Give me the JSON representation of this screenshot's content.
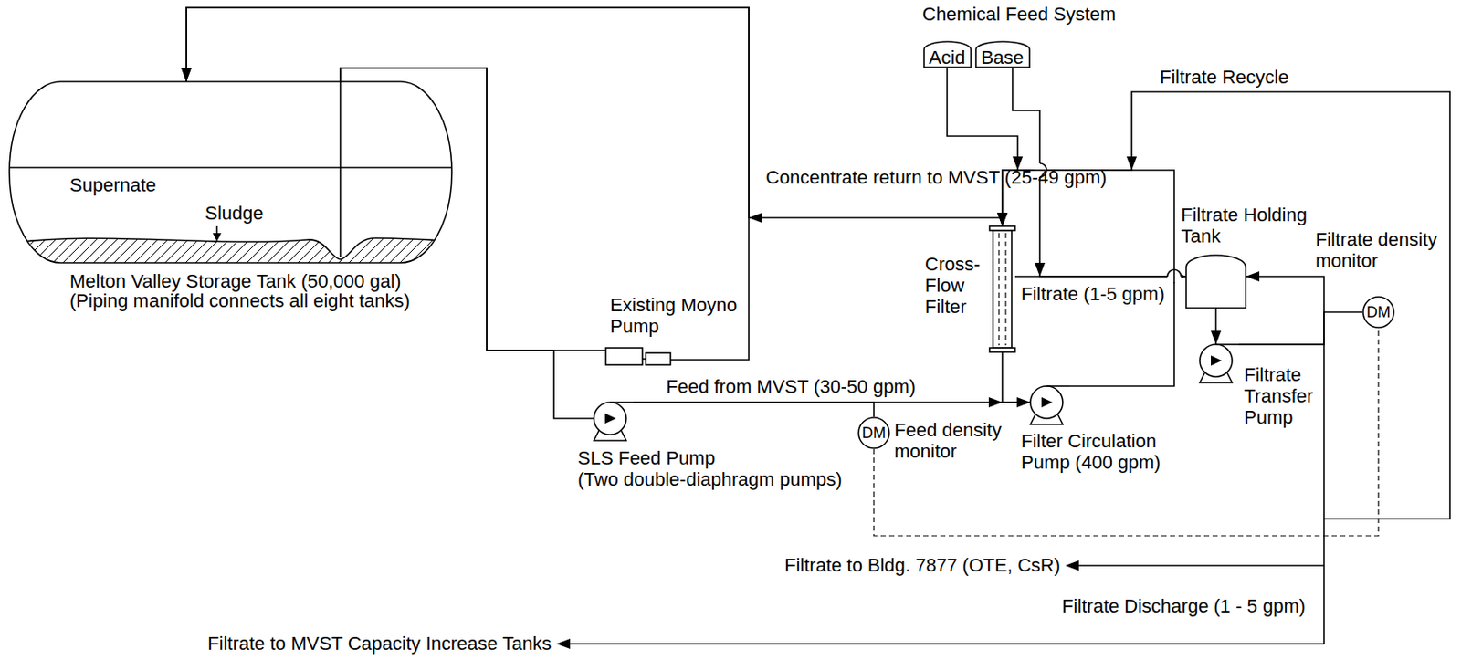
{
  "diagram": {
    "nodes": [
      {
        "text": [
          "Supernate",
          "Sludge",
          "Melton Valley Storage Tank (50,000 gal)",
          "(Piping manifold connects all eight tanks)"
        ]
      },
      {
        "text": [
          "Acid"
        ]
      },
      {
        "text": [
          "Base"
        ]
      },
      {
        "text": [
          "Existing Moyno Pump"
        ]
      },
      {
        "text": [
          "Cross-Flow Filter"
        ]
      },
      {
        "text": [
          "Filtrate Holding Tank"
        ]
      },
      {
        "text": [
          "SLS Feed Pump",
          "(Two double-diaphragm pumps)"
        ]
      },
      {
        "text": [
          "DM",
          "Feed density monitor"
        ]
      },
      {
        "text": [
          "Filter Circulation Pump (400 gpm)"
        ]
      },
      {
        "text": [
          "Filtrate Transfer Pump"
        ]
      },
      {
        "text": [
          "DM",
          "Filtrate density monitor"
        ]
      }
    ],
    "edges": [
      {
        "from": 0,
        "to": 3,
        "arrow": "none"
      },
      {
        "from": 0,
        "to": 6,
        "arrow": "none"
      },
      {
        "from": 3,
        "to": 0,
        "arrow": "to"
      },
      {
        "from": 4,
        "to": 0,
        "arrow": "to",
        "label": "Concentrate return to MVST (25-49 gpm)"
      },
      {
        "from": 6,
        "to": 8,
        "arrow": "to",
        "label": "Feed from MVST (30-50 gpm)"
      },
      {
        "from": 6,
        "to": 7,
        "arrow": "none"
      },
      {
        "from": 8,
        "to": 4,
        "arrow": "to"
      },
      {
        "from": 4,
        "to": 8,
        "arrow": "none"
      },
      {
        "from": 1,
        "to": 4,
        "arrow": "to"
      },
      {
        "from": 2,
        "to": 5,
        "arrow": "to"
      },
      {
        "from": 4,
        "to": 5,
        "arrow": "to",
        "label": "Filtrate (1-5 gpm)"
      },
      {
        "from": 5,
        "to": 9,
        "arrow": "to"
      },
      {
        "from": 9,
        "to": 5,
        "arrow": "to"
      },
      {
        "from": 9,
        "to": 10,
        "arrow": "none"
      },
      {
        "from": 9,
        "to": 4,
        "arrow": "to",
        "label": "Filtrate Recycle"
      },
      {
        "from": 7,
        "to": 10,
        "arrow": "none"
      }
    ],
    "labels": [
      "Chemical Feed System",
      "Filtrate to Bldg. 7877 (OTE, CsR)",
      "Filtrate Discharge (1 - 5 gpm)",
      "Filtrate to MVST Capacity Increase Tanks"
    ]
  }
}
